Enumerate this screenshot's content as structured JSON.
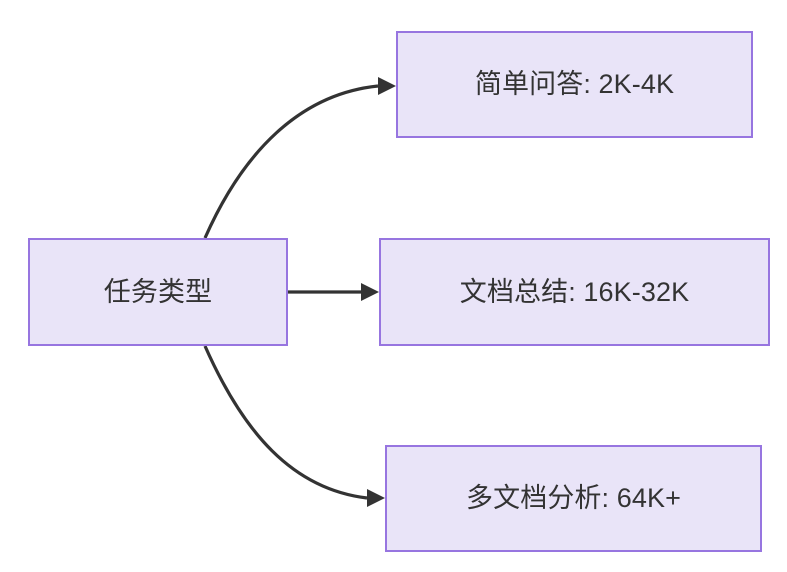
{
  "diagram": {
    "type": "flowchart",
    "direction": "left-to-right",
    "background_color": "#ffffff",
    "node_fill_color": "#E9E4F8",
    "node_border_color": "#9775E0",
    "text_color": "#333333",
    "edge_color": "#333333",
    "root": {
      "id": "task-type",
      "label": "任务类型"
    },
    "branches": [
      {
        "id": "simple-qa",
        "label": "简单问答: 2K-4K",
        "task": "简单问答",
        "context_length": "2K-4K",
        "edge_style": "curved"
      },
      {
        "id": "doc-summary",
        "label": "文档总结: 16K-32K",
        "task": "文档总结",
        "context_length": "16K-32K",
        "edge_style": "straight"
      },
      {
        "id": "multi-doc",
        "label": "多文档分析: 64K+",
        "task": "多文档分析",
        "context_length": "64K+",
        "edge_style": "curved"
      }
    ]
  }
}
